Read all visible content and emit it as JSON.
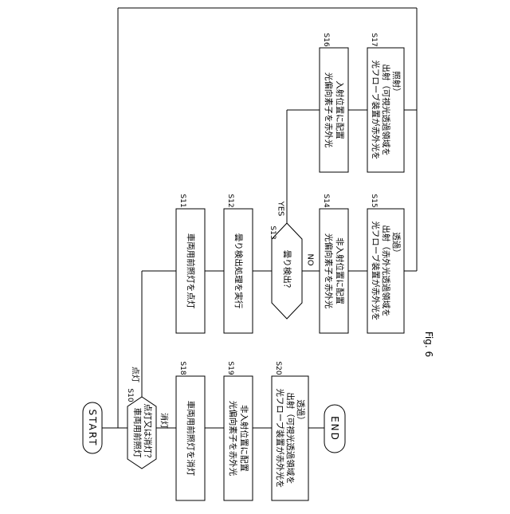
{
  "figure_label": "Fig. 6",
  "terminals": {
    "start": "START",
    "end": "END"
  },
  "decisions": {
    "s10": {
      "id": "S10",
      "line1": "車両用前照灯",
      "line2": "点灯又は消灯？",
      "branch_on": "点灯",
      "branch_off": "消灯"
    },
    "s13": {
      "id": "S13",
      "text": "曇り検出？",
      "branch_yes": "YES",
      "branch_no": "NO"
    }
  },
  "steps": {
    "s11": {
      "id": "S11",
      "line1": "車両用前照灯を点灯"
    },
    "s12": {
      "id": "S12",
      "line1": "曇り検出処理を実行"
    },
    "s14": {
      "id": "S14",
      "line1": "光偏向素子を赤外光",
      "line2": "非入射位置に配置"
    },
    "s15": {
      "id": "S15",
      "line1": "光フローブ装置が赤外光を",
      "line2": "出射（赤外光透過領域を",
      "line3": "透過）"
    },
    "s16": {
      "id": "S16",
      "line1": "光偏向素子を赤外光",
      "line2": "入射位置に配置"
    },
    "s17": {
      "id": "S17",
      "line1": "光フローブ装置が赤外光を",
      "line2": "出射（可視光透過領域を",
      "line3": "照射）"
    },
    "s18": {
      "id": "S18",
      "line1": "車両用前照灯を消灯"
    },
    "s19": {
      "id": "S19",
      "line1": "光偏向素子を赤外光",
      "line2": "非入射位置に配置"
    },
    "s20": {
      "id": "S20",
      "line1": "光フローブ装置が赤外光を",
      "line2": "出射（可視光透過領域を",
      "line3": "透過）"
    }
  }
}
